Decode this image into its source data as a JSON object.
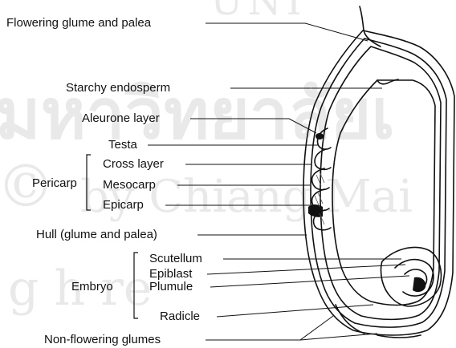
{
  "watermark": {
    "top_text": "UNI",
    "script_text": "มหาวิทยาลัยเ",
    "copyright_symbol": "©",
    "by_text": "by Chiang Mai",
    "bottom_text": "g h        re"
  },
  "labels": {
    "flowering_glume": "Flowering glume and palea",
    "starchy_endosperm": "Starchy endosperm",
    "aleurone_layer": "Aleurone layer",
    "testa": "Testa",
    "cross_layer": "Cross layer",
    "mesocarp": "Mesocarp",
    "epicarp": "Epicarp",
    "pericarp": "Pericarp",
    "hull": "Hull (glume and palea)",
    "scutellum": "Scutellum",
    "epiblast": "Epiblast",
    "plumule": "Plumule",
    "embryo": "Embryo",
    "radicle": "Radicle",
    "non_flowering_glumes": "Non-flowering glumes"
  },
  "colors": {
    "ink": "#111111",
    "watermark": "#e6e6e6"
  }
}
